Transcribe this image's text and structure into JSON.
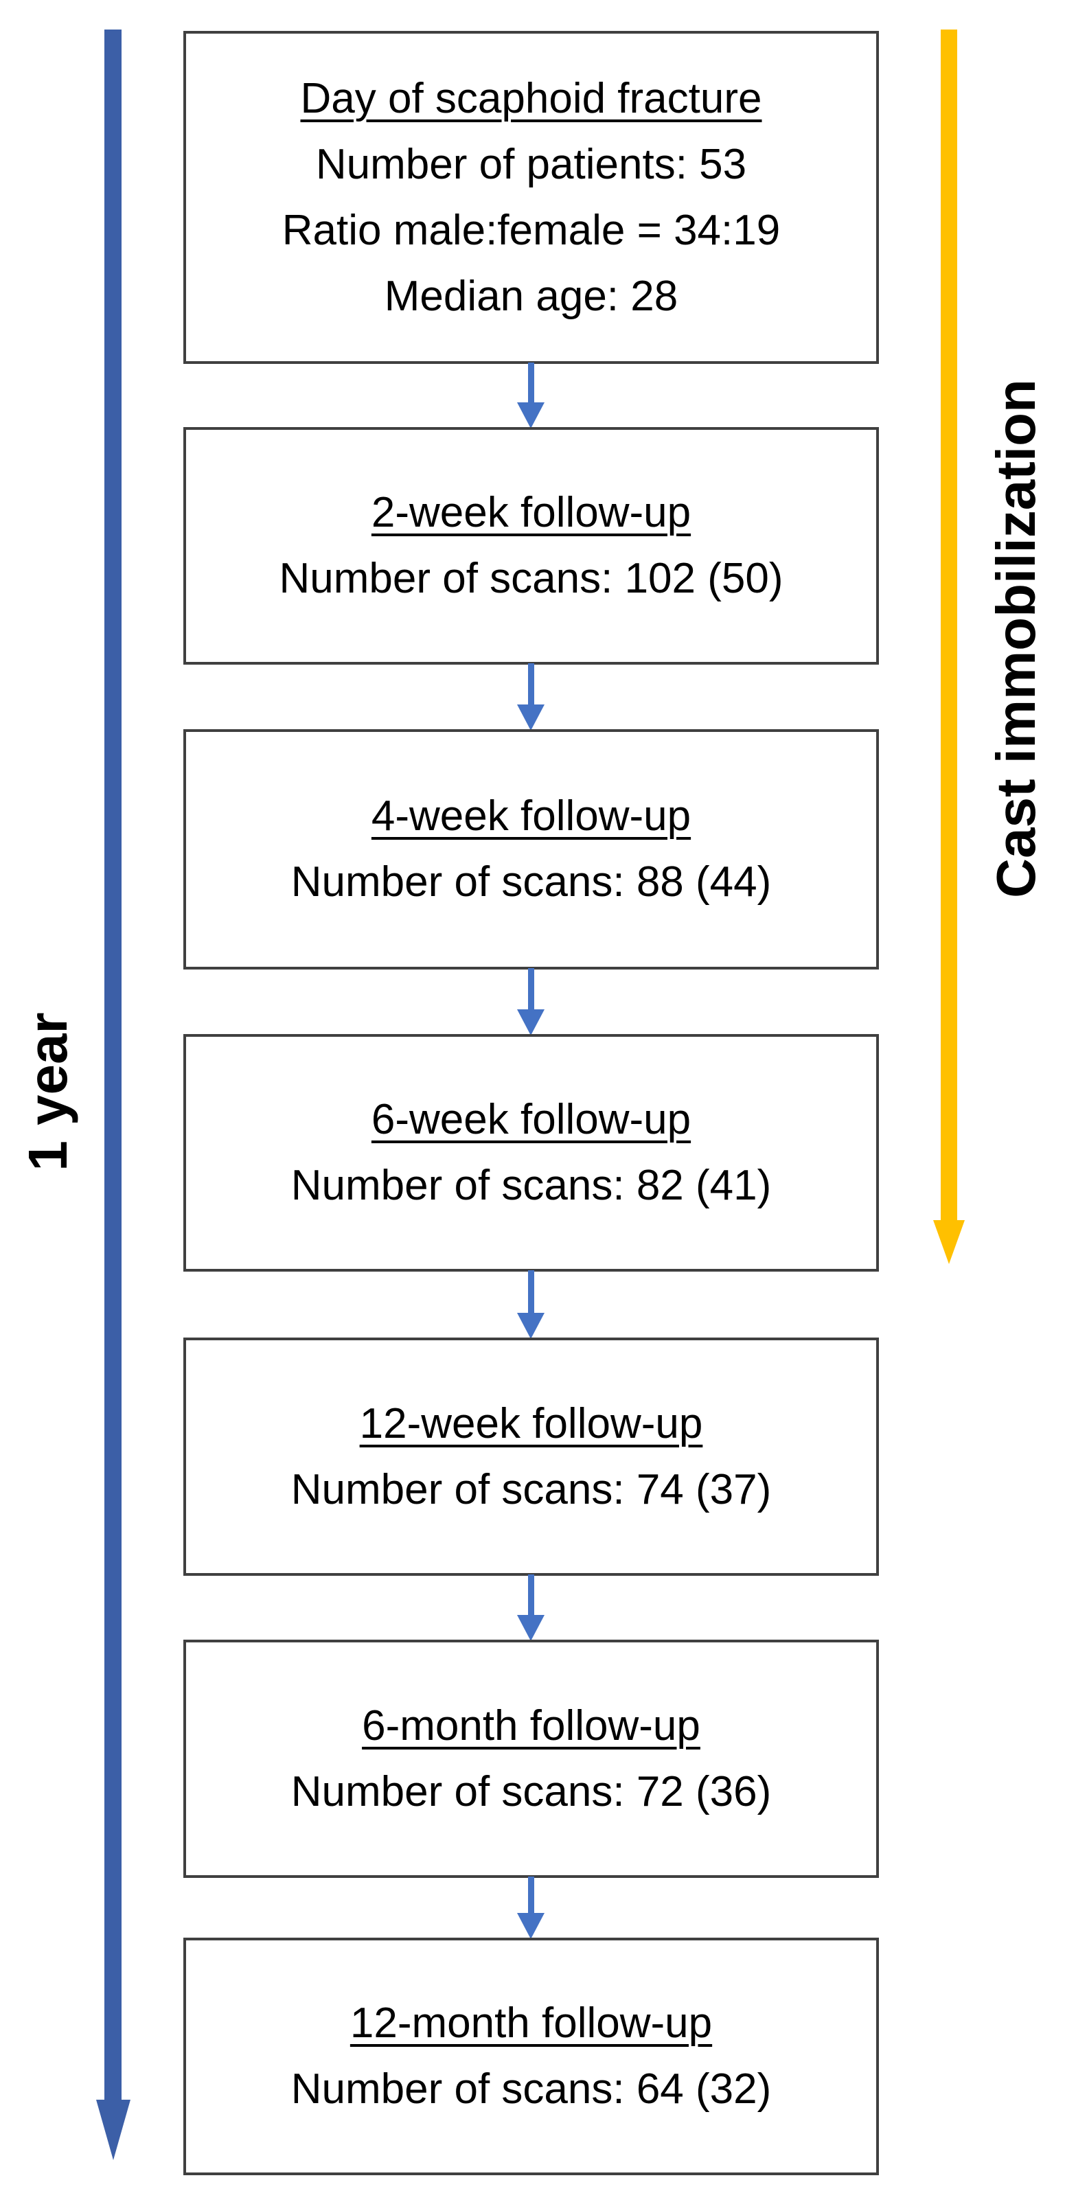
{
  "diagram": {
    "left_label": "1 year",
    "right_label": "Cast immobilization",
    "boxes": [
      {
        "title": "Day of scaphoid fracture",
        "lines": [
          "Number of patients: 53",
          "Ratio male:female = 34:19",
          "Median age: 28"
        ]
      },
      {
        "title": "2-week follow-up",
        "lines": [
          "Number of scans: 102 (50)"
        ]
      },
      {
        "title": "4-week follow-up",
        "lines": [
          "Number of scans: 88 (44)"
        ]
      },
      {
        "title": "6-week follow-up",
        "lines": [
          "Number of scans: 82 (41)"
        ]
      },
      {
        "title": "12-week follow-up",
        "lines": [
          "Number of scans: 74 (37)"
        ]
      },
      {
        "title": "6-month follow-up",
        "lines": [
          "Number of scans: 72 (36)"
        ]
      },
      {
        "title": "12-month follow-up",
        "lines": [
          "Number of scans: 64 (32)"
        ]
      }
    ],
    "colors": {
      "timeline_arrow": "#3C5FA7",
      "cast_arrow": "#FFC000",
      "connector_arrow": "#4472C4",
      "box_border": "#404040"
    }
  }
}
